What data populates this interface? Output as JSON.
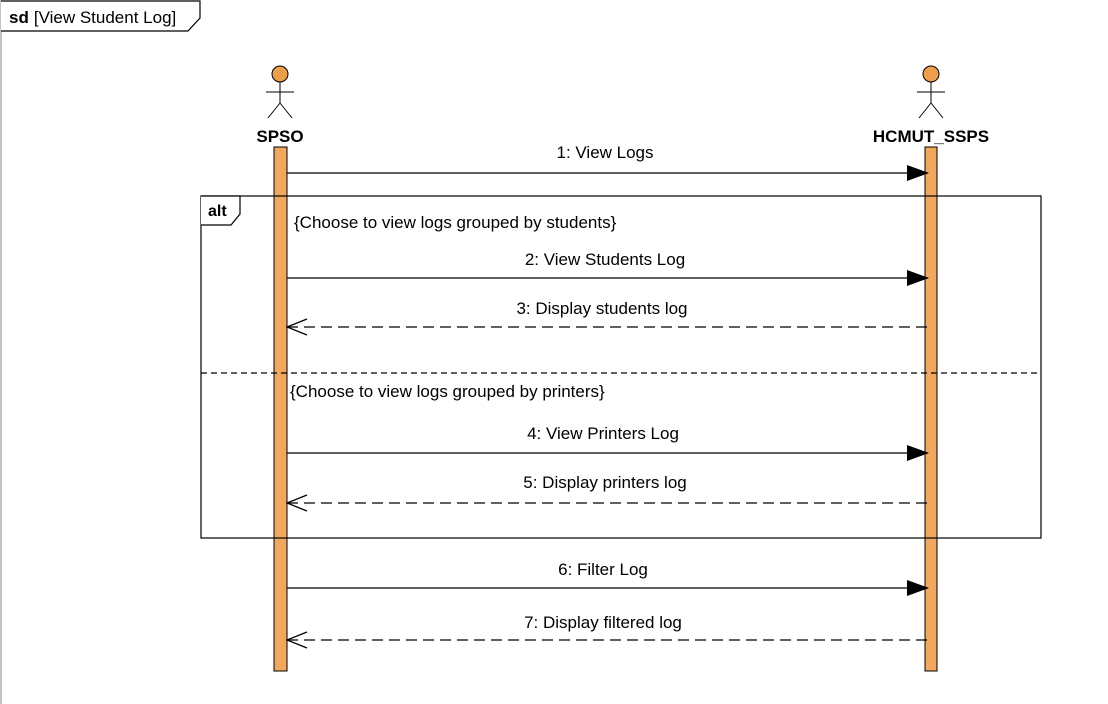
{
  "frame": {
    "keyword": "sd",
    "name": "[View Student Log]"
  },
  "actors": [
    {
      "id": "spso",
      "name": "SPSO"
    },
    {
      "id": "ssps",
      "name": "HCMUT_SSPS"
    }
  ],
  "fragment": {
    "operator": "alt",
    "guards": [
      "{Choose to view logs grouped by students}",
      "{Choose to view logs grouped by printers}"
    ]
  },
  "messages": [
    {
      "label": "1: View Logs",
      "kind": "sync"
    },
    {
      "label": "2: View Students Log",
      "kind": "sync"
    },
    {
      "label": "3: Display students log",
      "kind": "reply"
    },
    {
      "label": "4: View Printers Log",
      "kind": "sync"
    },
    {
      "label": "5: Display printers log",
      "kind": "reply"
    },
    {
      "label": "6: Filter Log",
      "kind": "sync"
    },
    {
      "label": "7: Display filtered log",
      "kind": "reply"
    }
  ],
  "colors": {
    "actor_head": "#ed9f4e",
    "lifeline_fill": "#f0a860",
    "line": "#000000"
  }
}
